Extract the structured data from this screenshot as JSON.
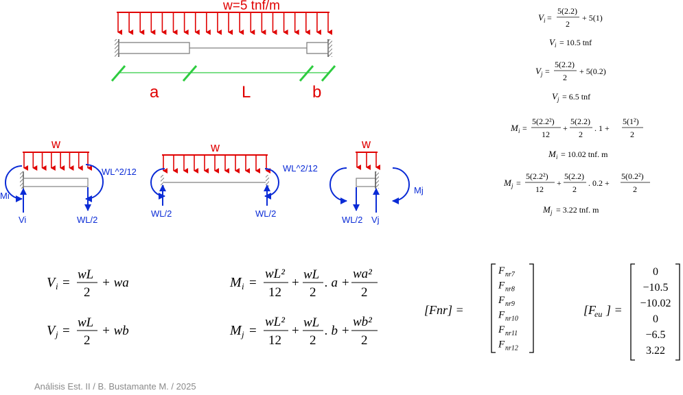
{
  "top_beam": {
    "load_label": "w=5 tnf/m",
    "dim_a": "a",
    "dim_L": "L",
    "dim_b": "b"
  },
  "sub_beams": {
    "left": {
      "load": "w",
      "moment_label": "WL^2/12",
      "mi": "Mi",
      "vi": "Vi",
      "shear": "WL/2"
    },
    "middle": {
      "load": "w",
      "moment_label": "WL^2/12",
      "shear_left": "WL/2",
      "shear_right": "WL/2"
    },
    "right": {
      "load": "w",
      "mj": "Mj",
      "shear": "WL/2",
      "vj": "Vj"
    }
  },
  "right_eqs": {
    "vi_lhs": "V",
    "vi_sub": "i",
    "vi_num": "5(2.2)",
    "vi_den": "2",
    "vi_tail": "+ 5(1)",
    "vi_res": "= 10.5 tnf",
    "vj_num": "5(2.2)",
    "vj_den": "2",
    "vj_tail": "+ 5(0.2)",
    "vj_res": "= 6.5 tnf",
    "mi_n1": "5(2.2²)",
    "mi_d1": "12",
    "mi_n2": "5(2.2)",
    "mi_d2": "2",
    "mi_mid": ". 1 +",
    "mi_n3": "5(1²)",
    "mi_d3": "2",
    "mi_res": "= 10.02 tnf. m",
    "mj_n1": "5(2.2²)",
    "mj_d1": "12",
    "mj_n2": "5(2.2)",
    "mj_d2": "2",
    "mj_mid": ". 0.2 +",
    "mj_n3": "5(0.2²)",
    "mj_d3": "2",
    "mj_res": "= 3.22 tnf. m"
  },
  "bottom_eqs": {
    "vi_num": "wL",
    "vi_den": "2",
    "vi_tail": "+ wa",
    "vj_num": "wL",
    "vj_den": "2",
    "vj_tail": "+ wb",
    "mi_n1": "wL²",
    "mi_d1": "12",
    "mi_n2": "wL",
    "mi_d2": "2",
    "mi_mid": ". a +",
    "mi_n3": "wa²",
    "mi_d3": "2",
    "mj_n1": "wL²",
    "mj_d1": "12",
    "mj_n2": "wL",
    "mj_d2": "2",
    "mj_mid": ". b +",
    "mj_n3": "wb²",
    "mj_d3": "2"
  },
  "fnr": {
    "lhs": "[Fnr] =",
    "entries": [
      "F",
      "F",
      "F",
      "F",
      "F",
      "F"
    ],
    "subs": [
      "nr7",
      "nr8",
      "nr9",
      "nr10",
      "nr11",
      "nr12"
    ]
  },
  "feu": {
    "lhs": "[F",
    "lhs_sub": "eu",
    "lhs_end": "] =",
    "entries": [
      "0",
      "−10.5",
      "−10.02",
      "0",
      "−6.5",
      "3.22"
    ]
  },
  "footer": "Análisis Est. II / B. Bustamante M. / 2025",
  "colors": {
    "load": "#e00000",
    "reaction": "#0a2bd6",
    "dimension": "#2ecc40",
    "beam": "#808080"
  }
}
